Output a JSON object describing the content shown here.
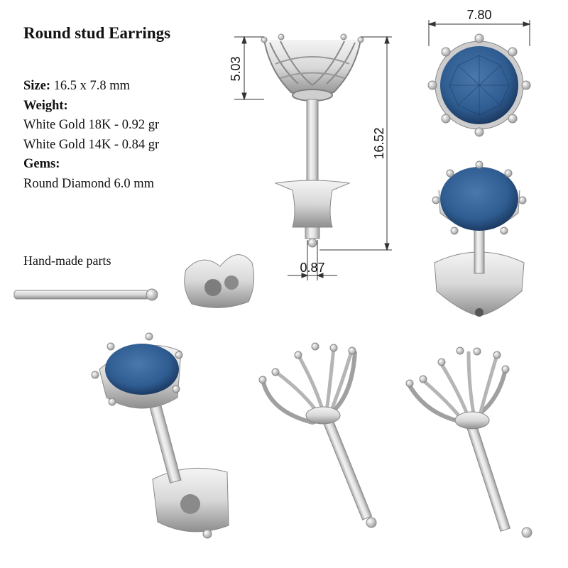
{
  "title": "Round stud Earrings",
  "specs": {
    "size_label": "Size:",
    "size_value": "16.5 x 7.8 mm",
    "weight_label": "Weight:",
    "weight_lines": [
      "White Gold 18K - 0.92 gr",
      "White Gold 14K - 0.84 gr"
    ],
    "gems_label": "Gems:",
    "gems_value": "Round Diamond 6.0 mm"
  },
  "handmade_label": "Hand-made parts",
  "dimensions": {
    "head_height": "5.03",
    "total_length": "16.52",
    "post_width": "0.87",
    "head_width": "7.80"
  },
  "colors": {
    "metal": "#dcdcdc",
    "metal_shadow": "#9a9a9a",
    "metal_outline": "#7a7a7a",
    "gem": "#2f5d92",
    "gem_dark": "#1f3f66"
  }
}
